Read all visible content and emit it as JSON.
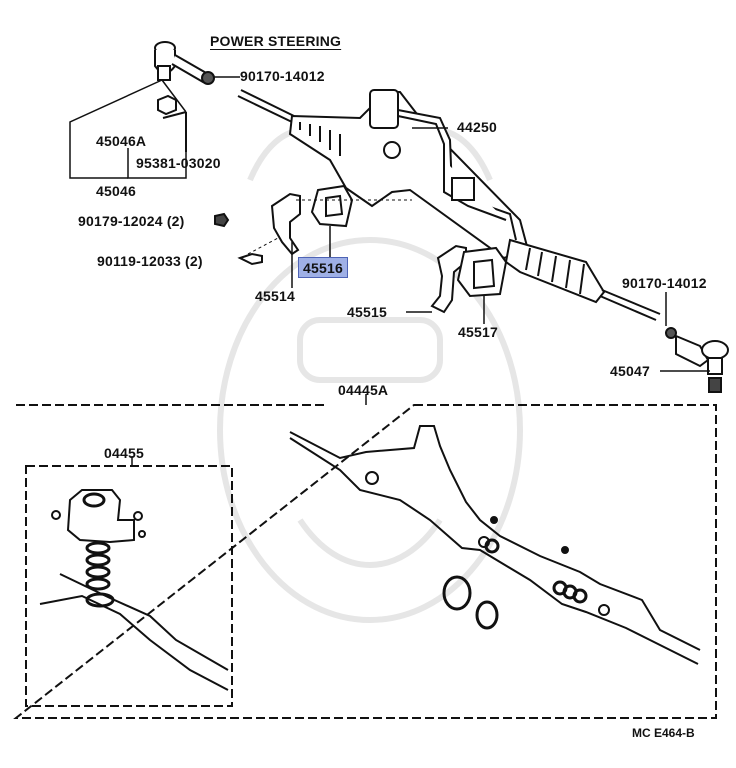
{
  "diagram": {
    "title": "POWER STEERING",
    "figure_code": "MC  E464-B",
    "highlight_color": "#9fb0e6",
    "parts": [
      {
        "number": "90170-14012"
      },
      {
        "number": "45046A"
      },
      {
        "number": "95381-03020"
      },
      {
        "number": "45046"
      },
      {
        "number": "44250"
      },
      {
        "number": "90179-12024 (2)"
      },
      {
        "number": "90119-12033 (2)"
      },
      {
        "number": "45516",
        "highlighted": true
      },
      {
        "number": "45514"
      },
      {
        "number": "45515"
      },
      {
        "number": "45517"
      },
      {
        "number": "90170-14012"
      },
      {
        "number": "45047"
      },
      {
        "number": "04445A"
      },
      {
        "number": "04455"
      }
    ]
  }
}
